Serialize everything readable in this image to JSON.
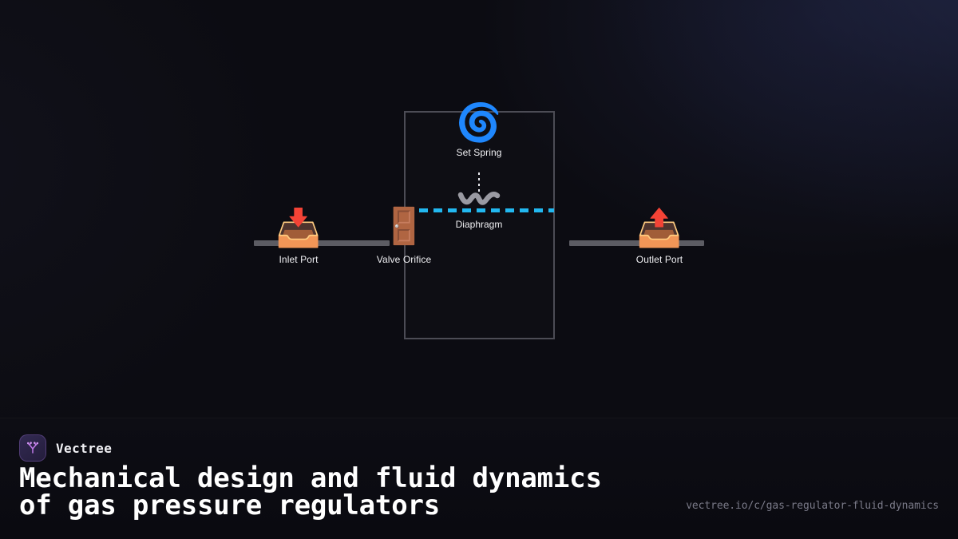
{
  "theme": {
    "background": "#0c0c12",
    "accent_cyan": "#22b8f0",
    "accent_blue": "#2a86f0",
    "brand_purple": "#b06ce0",
    "text_primary": "#ffffff",
    "text_muted": "#7a7a88",
    "chamber_border": "#4c4c55",
    "pipe_color": "#5c5c63"
  },
  "diagram": {
    "title": "gas pressure regulator cross-section",
    "chamber": {
      "name": "regulator body chamber"
    },
    "pipes": [
      {
        "name": "inlet-pipe"
      },
      {
        "name": "outlet-pipe"
      }
    ],
    "nodes": [
      {
        "id": "inlet",
        "label": "Inlet Port",
        "icon": "inbox-tray-icon",
        "glyph": "📥"
      },
      {
        "id": "valve",
        "label": "Valve Orifice",
        "icon": "door-icon",
        "glyph": "🚪"
      },
      {
        "id": "spring",
        "label": "Set Spring",
        "icon": "spiral-icon",
        "glyph": "🌀"
      },
      {
        "id": "outlet",
        "label": "Outlet Port",
        "icon": "outbox-tray-icon",
        "glyph": "📤"
      }
    ],
    "membrane": {
      "label": "Diaphragm",
      "style": "dashed",
      "color": "#22b8f0"
    }
  },
  "footer": {
    "brand": "Vectree",
    "logo_icon": "vectree-tree-logo-icon",
    "headline": "Mechanical design and fluid dynamics\nof gas pressure regulators",
    "url": "vectree.io/c/gas-regulator-fluid-dynamics"
  }
}
